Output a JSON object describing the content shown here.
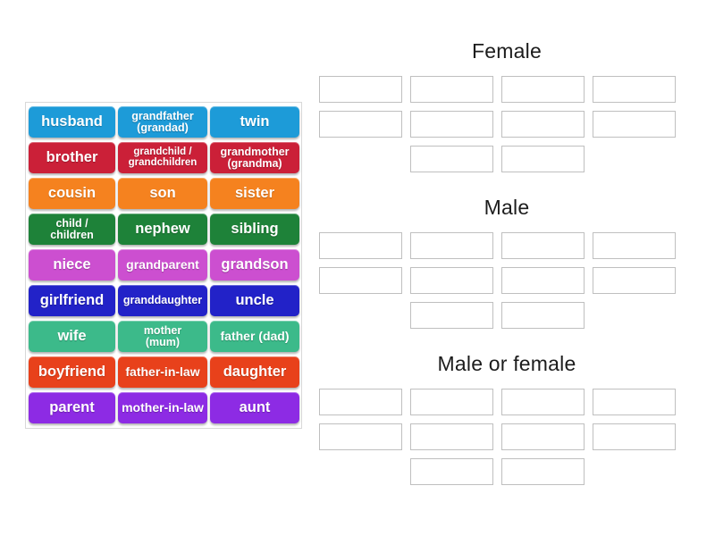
{
  "tiles": {
    "rows": [
      [
        {
          "label": "husband",
          "color": "#1d9bd8",
          "size": "fs-lg"
        },
        {
          "label": "grandfather\n(grandad)",
          "color": "#1d9bd8",
          "size": "fs-sm"
        },
        {
          "label": "twin",
          "color": "#1d9bd8",
          "size": "fs-lg"
        }
      ],
      [
        {
          "label": "brother",
          "color": "#cb2038",
          "size": "fs-lg"
        },
        {
          "label": "grandchild /\ngrandchildren",
          "color": "#cb2038",
          "size": "fs-xs"
        },
        {
          "label": "grandmother\n(grandma)",
          "color": "#cb2038",
          "size": "fs-sm"
        }
      ],
      [
        {
          "label": "cousin",
          "color": "#f5821f",
          "size": "fs-lg"
        },
        {
          "label": "son",
          "color": "#f5821f",
          "size": "fs-lg"
        },
        {
          "label": "sister",
          "color": "#f5821f",
          "size": "fs-lg"
        }
      ],
      [
        {
          "label": "child /\nchildren",
          "color": "#1e8239",
          "size": "fs-sm"
        },
        {
          "label": "nephew",
          "color": "#1e8239",
          "size": "fs-lg"
        },
        {
          "label": "sibling",
          "color": "#1e8239",
          "size": "fs-lg"
        }
      ],
      [
        {
          "label": "niece",
          "color": "#cc4fd0",
          "size": "fs-lg"
        },
        {
          "label": "grandparent",
          "color": "#cc4fd0",
          "size": "fs-md"
        },
        {
          "label": "grandson",
          "color": "#cc4fd0",
          "size": "fs-lg"
        }
      ],
      [
        {
          "label": "girlfriend",
          "color": "#2222c8",
          "size": "fs-lg"
        },
        {
          "label": "granddaughter",
          "color": "#2222c8",
          "size": "fs-sm"
        },
        {
          "label": "uncle",
          "color": "#2222c8",
          "size": "fs-lg"
        }
      ],
      [
        {
          "label": "wife",
          "color": "#3cba8a",
          "size": "fs-lg"
        },
        {
          "label": "mother\n(mum)",
          "color": "#3cba8a",
          "size": "fs-sm"
        },
        {
          "label": "father (dad)",
          "color": "#3cba8a",
          "size": "fs-md"
        }
      ],
      [
        {
          "label": "boyfriend",
          "color": "#e8411b",
          "size": "fs-lg"
        },
        {
          "label": "father-in-law",
          "color": "#e8411b",
          "size": "fs-md"
        },
        {
          "label": "daughter",
          "color": "#e8411b",
          "size": "fs-lg"
        }
      ],
      [
        {
          "label": "parent",
          "color": "#8d2be4",
          "size": "fs-lg"
        },
        {
          "label": "mother-in-law",
          "color": "#8d2be4",
          "size": "fs-md"
        },
        {
          "label": "aunt",
          "color": "#8d2be4",
          "size": "fs-lg"
        }
      ]
    ]
  },
  "categories": [
    {
      "title": "Female",
      "rows": [
        {
          "count": 4,
          "offset": false
        },
        {
          "count": 4,
          "offset": false
        },
        {
          "count": 2,
          "offset": true
        }
      ]
    },
    {
      "title": "Male",
      "rows": [
        {
          "count": 4,
          "offset": false
        },
        {
          "count": 4,
          "offset": false
        },
        {
          "count": 2,
          "offset": true
        }
      ]
    },
    {
      "title": "Male or female",
      "rows": [
        {
          "count": 4,
          "offset": false
        },
        {
          "count": 4,
          "offset": false
        },
        {
          "count": 2,
          "offset": true
        }
      ]
    }
  ],
  "colors": {
    "tile_blue": "#1d9bd8",
    "tile_crimson": "#cb2038",
    "tile_orange": "#f5821f",
    "tile_green": "#1e8239",
    "tile_magenta": "#cc4fd0",
    "tile_indigo": "#2222c8",
    "tile_teal": "#3cba8a",
    "tile_red": "#e8411b",
    "tile_purple": "#8d2be4",
    "slot_border": "#bfbfbf",
    "panel_border": "#d8d8d8",
    "heading_text": "#1c1c1c",
    "page_background": "#ffffff"
  }
}
